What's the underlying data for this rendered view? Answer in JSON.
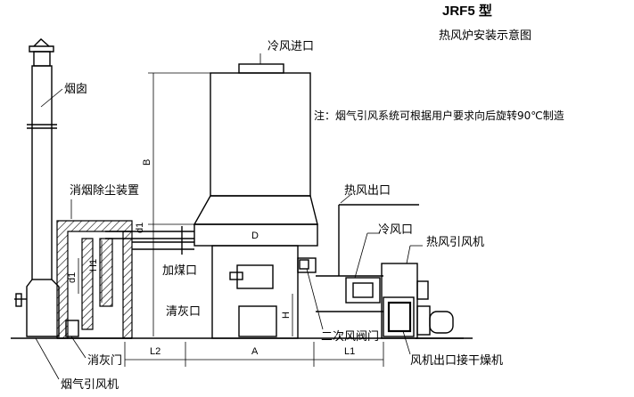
{
  "title": {
    "model": "JRF5 型",
    "subtitle": "热风炉安装示意图"
  },
  "note": "注：烟气引风系统可根据用户要求向后旋转90℃制造",
  "labels": {
    "chimney": "烟囱",
    "cold_air_inlet": "冷风进口",
    "dust_remover": "消烟除尘装置",
    "hot_air_outlet": "热风出口",
    "cold_air_port": "冷风口",
    "hot_air_fan": "热风引风机",
    "coal_feed_door": "加煤口",
    "ash_clean_door": "清灰口",
    "secondary_damper": "二次风阀门",
    "ash_door": "消灰门",
    "flue_gas_fan": "烟气引风机",
    "fan_outlet_to_dryer": "风机出口接干燥机"
  },
  "dimensions": {
    "B": "B",
    "D": "D",
    "H": "H",
    "H1": "H1",
    "d1_top": "d1",
    "d1_left": "d1",
    "A": "A",
    "L1": "L1",
    "L2": "L2"
  }
}
